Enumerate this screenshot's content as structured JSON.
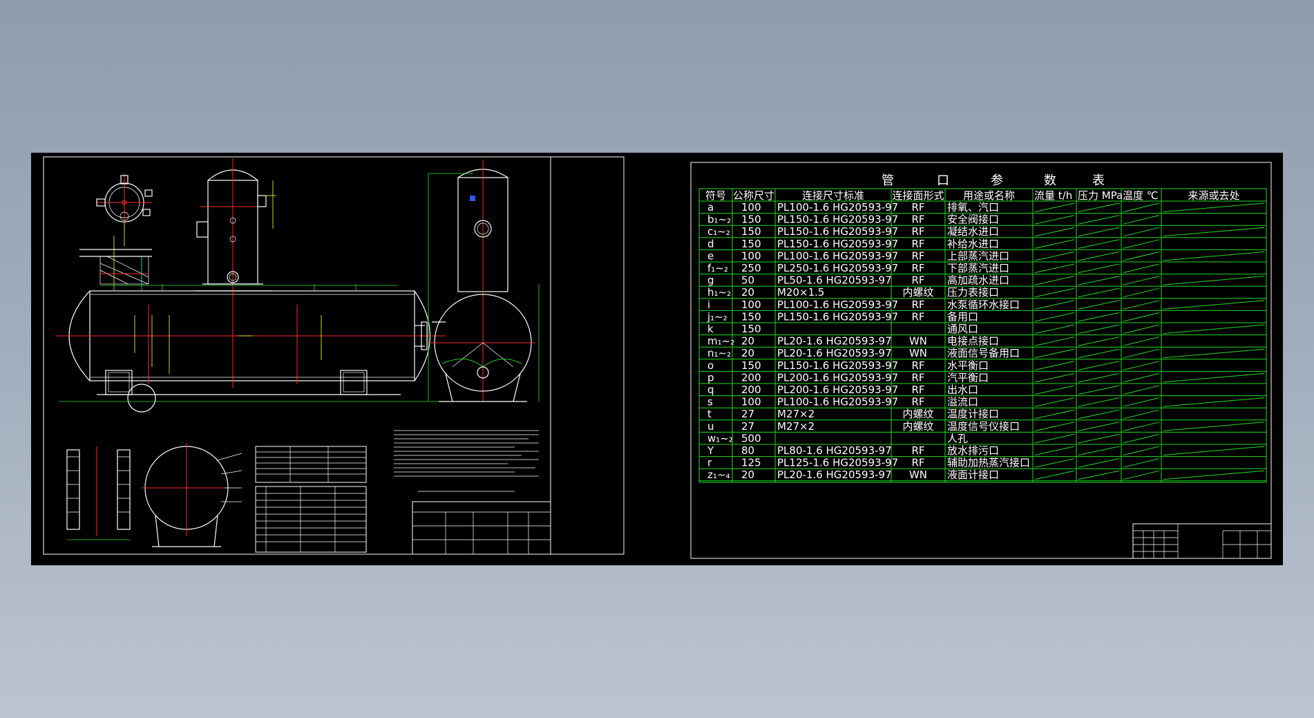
{
  "pipe_table": {
    "title_chars": [
      "管",
      "口",
      "参",
      "数",
      "表"
    ],
    "headers": [
      "符号",
      "公称尺寸",
      "连接尺寸标准",
      "连接面形式",
      "用途或名称",
      "流量 t/h",
      "压力 MPa",
      "温度 ℃",
      "来源或去处"
    ],
    "rows": [
      [
        "a",
        "100",
        "PL100-1.6   HG20593-97",
        "RF",
        "排氧、汽口"
      ],
      [
        "b₁~₂",
        "150",
        "PL150-1.6   HG20593-97",
        "RF",
        "安全阀接口"
      ],
      [
        "c₁~₂",
        "150",
        "PL150-1.6   HG20593-97",
        "RF",
        "凝结水进口"
      ],
      [
        "d",
        "150",
        "PL150-1.6   HG20593-97",
        "RF",
        "补给水进口"
      ],
      [
        "e",
        "100",
        "PL100-1.6   HG20593-97",
        "RF",
        "上部蒸汽进口"
      ],
      [
        "f₁~₂",
        "250",
        "PL250-1.6   HG20593-97",
        "RF",
        "下部蒸汽进口"
      ],
      [
        "g",
        "50",
        "PL50-1.6   HG20593-97",
        "RF",
        "高加疏水进口"
      ],
      [
        "h₁~₂",
        "20",
        "M20×1.5",
        "内螺纹",
        "压力表接口"
      ],
      [
        "i",
        "100",
        "PL100-1.6   HG20593-97",
        "RF",
        "水泵循环水接口"
      ],
      [
        "j₁~₂",
        "150",
        "PL150-1.6   HG20593-97",
        "RF",
        "备用口"
      ],
      [
        "k",
        "150",
        "",
        "",
        "通风口"
      ],
      [
        "m₁~₂",
        "20",
        "PL20-1.6   HG20593-97",
        "WN",
        "电接点接口"
      ],
      [
        "n₁~₂",
        "20",
        "PL20-1.6   HG20593-97",
        "WN",
        "液面信号备用口"
      ],
      [
        "o",
        "150",
        "PL150-1.6   HG20593-97",
        "RF",
        "水平衡口"
      ],
      [
        "p",
        "200",
        "PL200-1.6   HG20593-97",
        "RF",
        "汽平衡口"
      ],
      [
        "q",
        "200",
        "PL200-1.6   HG20593-97",
        "RF",
        "出水口"
      ],
      [
        "s",
        "100",
        "PL100-1.6   HG20593-97",
        "RF",
        "溢流口"
      ],
      [
        "t",
        "27",
        "M27×2",
        "内螺纹",
        "温度计接口"
      ],
      [
        "u",
        "27",
        "M27×2",
        "内螺纹",
        "温度信号仪接口"
      ],
      [
        "w₁~₂",
        "500",
        "",
        "",
        "人孔"
      ],
      [
        "Y",
        "80",
        "PL80-1.6   HG20593-97",
        "RF",
        "放水排污口"
      ],
      [
        "r",
        "125",
        "PL125-1.6   HG20593-97",
        "RF",
        "辅助加热蒸汽接口"
      ],
      [
        "z₁~₄",
        "20",
        "PL20-1.6   HG20593-97",
        "WN",
        "液面计接口"
      ]
    ]
  },
  "colors": {
    "background": "#000000",
    "sheet_lines": "#ffffff",
    "table_lines": "#22dd22",
    "centerline": "#ff2a2a",
    "dimension": "#2ee82e"
  }
}
